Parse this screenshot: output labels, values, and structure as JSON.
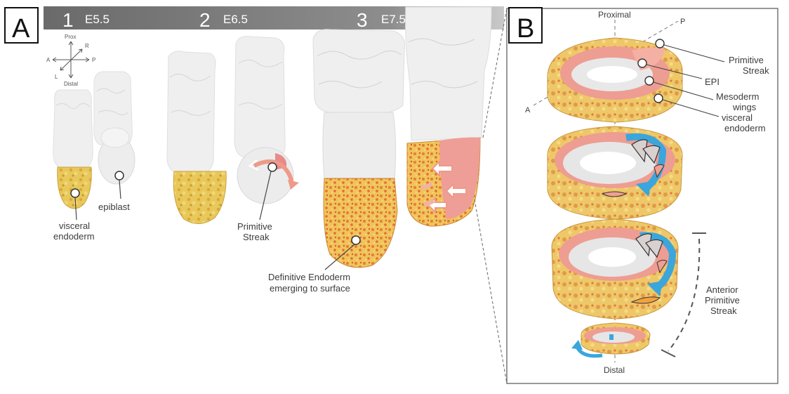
{
  "panels": {
    "a": "A",
    "b": "B"
  },
  "stages": [
    {
      "num": "1",
      "day": "E5.5"
    },
    {
      "num": "2",
      "day": "E6.5"
    },
    {
      "num": "3",
      "day": "E7.5"
    }
  ],
  "compass": {
    "prox": "Prox",
    "distal": "Distal",
    "a": "A",
    "p": "P",
    "r": "R",
    "l": "L"
  },
  "labels_a": {
    "visceral_1": "visceral",
    "visceral_2": "endoderm",
    "epiblast": "epiblast",
    "ps_1": "Primitive",
    "ps_2": "Streak",
    "de_1": "Definitive Endoderm",
    "de_2": "emerging to surface"
  },
  "labels_b": {
    "proximal": "Proximal",
    "distal": "Distal",
    "axis_p": "P",
    "axis_a": "A",
    "ps_1": "Primitive",
    "ps_2": "Streak",
    "epi": "EPI",
    "meso_1": "Mesoderm",
    "meso_2": "wings",
    "ve_1": "visceral",
    "ve_2": "endoderm",
    "aps_1": "Anterior",
    "aps_2": "Primitive",
    "aps_3": "Streak"
  },
  "colors": {
    "yolk": "#e6c24a",
    "pink": "#e89a8e",
    "blue": "#3aa6dc",
    "white": "#f2f2f2"
  }
}
